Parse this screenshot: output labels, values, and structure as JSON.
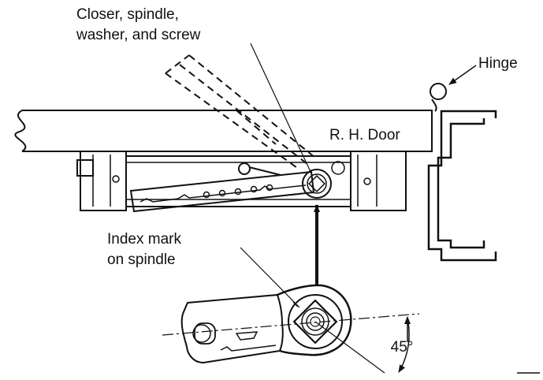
{
  "labels": {
    "closer_line1": "Closer, spindle,",
    "closer_line2": "washer, and screw",
    "hinge": "Hinge",
    "door": "R. H. Door",
    "index_line1": "Index mark",
    "index_line2": "on spindle",
    "angle": "45°"
  },
  "colors": {
    "ink": "#111111",
    "background": "#ffffff"
  }
}
